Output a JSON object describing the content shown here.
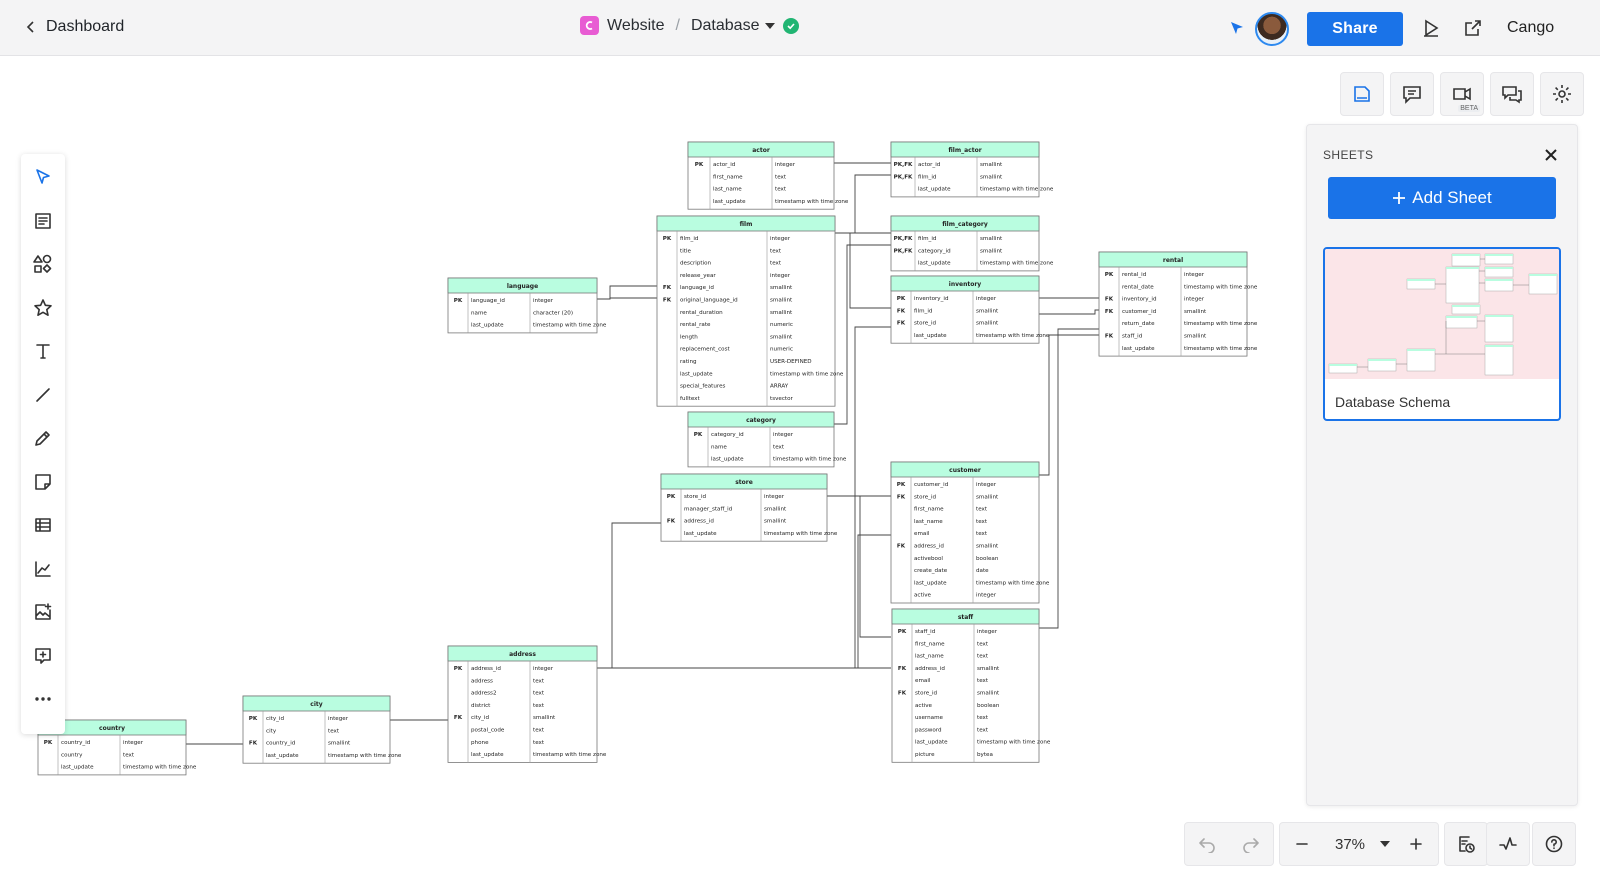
{
  "topbar": {
    "back_label": "Dashboard",
    "project": "Website",
    "separator": "/",
    "document": "Database",
    "share_label": "Share",
    "brand": "Cango",
    "colors": {
      "accent": "#1a73e8",
      "ok": "#21b573",
      "app_badge": "#e85cd3"
    }
  },
  "tiles": [
    {
      "icon": "page-icon"
    },
    {
      "icon": "comment-icon"
    },
    {
      "icon": "video-icon",
      "badge": "BETA"
    },
    {
      "icon": "chat-icon"
    },
    {
      "icon": "gear-icon"
    }
  ],
  "tools": [
    "select",
    "text-block",
    "shapes",
    "star",
    "text",
    "line",
    "pen",
    "sticky-note",
    "table",
    "chart",
    "image",
    "embed",
    "more"
  ],
  "sheets": {
    "title": "SHEETS",
    "add_label": "Add Sheet",
    "items": [
      {
        "name": "Database Schema"
      }
    ]
  },
  "zoom": {
    "value": "37%"
  },
  "entities": [
    {
      "id": "actor",
      "name": "actor",
      "rows": [
        [
          "PK",
          "actor_id",
          "integer"
        ],
        [
          "",
          "first_name",
          "text"
        ],
        [
          "",
          "last_name",
          "text"
        ],
        [
          "",
          "last_update",
          "timestamp with time zone"
        ]
      ]
    },
    {
      "id": "film_actor",
      "name": "film_actor",
      "rows": [
        [
          "PK,FK",
          "actor_id",
          "smallint"
        ],
        [
          "PK,FK",
          "film_id",
          "smallint"
        ],
        [
          "",
          "last_update",
          "timestamp with time zone"
        ]
      ]
    },
    {
      "id": "film",
      "name": "film",
      "rows": [
        [
          "PK",
          "film_id",
          "integer"
        ],
        [
          "",
          "title",
          "text"
        ],
        [
          "",
          "description",
          "text"
        ],
        [
          "",
          "release_year",
          "integer"
        ],
        [
          "FK",
          "language_id",
          "smallint"
        ],
        [
          "FK",
          "original_language_id",
          "smallint"
        ],
        [
          "",
          "rental_duration",
          "smallint"
        ],
        [
          "",
          "rental_rate",
          "numeric"
        ],
        [
          "",
          "length",
          "smallint"
        ],
        [
          "",
          "replacement_cost",
          "numeric"
        ],
        [
          "",
          "rating",
          "USER-DEFINED"
        ],
        [
          "",
          "last_update",
          "timestamp with time zone"
        ],
        [
          "",
          "special_features",
          "ARRAY"
        ],
        [
          "",
          "fulltext",
          "tsvector"
        ]
      ]
    },
    {
      "id": "film_category",
      "name": "film_category",
      "rows": [
        [
          "PK,FK",
          "film_id",
          "smallint"
        ],
        [
          "PK,FK",
          "category_id",
          "smallint"
        ],
        [
          "",
          "last_update",
          "timestamp with time zone"
        ]
      ]
    },
    {
      "id": "language",
      "name": "language",
      "rows": [
        [
          "PK",
          "language_id",
          "integer"
        ],
        [
          "",
          "name",
          "character (20)"
        ],
        [
          "",
          "last_update",
          "timestamp with time zone"
        ]
      ]
    },
    {
      "id": "rental",
      "name": "rental",
      "rows": [
        [
          "PK",
          "rental_id",
          "integer"
        ],
        [
          "",
          "rental_date",
          "timestamp with time zone"
        ],
        [
          "FK",
          "inventory_id",
          "integer"
        ],
        [
          "FK",
          "customer_id",
          "smallint"
        ],
        [
          "",
          "return_date",
          "timestamp with time zone"
        ],
        [
          "FK",
          "staff_id",
          "smallint"
        ],
        [
          "",
          "last_update",
          "timestamp with time zone"
        ]
      ]
    },
    {
      "id": "inventory",
      "name": "inventory",
      "rows": [
        [
          "PK",
          "inventory_id",
          "integer"
        ],
        [
          "FK",
          "film_id",
          "smallint"
        ],
        [
          "FK",
          "store_id",
          "smallint"
        ],
        [
          "",
          "last_update",
          "timestamp with time zone"
        ]
      ]
    },
    {
      "id": "category",
      "name": "category",
      "rows": [
        [
          "PK",
          "category_id",
          "integer"
        ],
        [
          "",
          "name",
          "text"
        ],
        [
          "",
          "last_update",
          "timestamp with time zone"
        ]
      ]
    },
    {
      "id": "store",
      "name": "store",
      "rows": [
        [
          "PK",
          "store_id",
          "integer"
        ],
        [
          "",
          "manager_staff_id",
          "smallint"
        ],
        [
          "FK",
          "address_id",
          "smallint"
        ],
        [
          "",
          "last_update",
          "timestamp with time zone"
        ]
      ]
    },
    {
      "id": "customer",
      "name": "customer",
      "rows": [
        [
          "PK",
          "customer_id",
          "integer"
        ],
        [
          "FK",
          "store_id",
          "smallint"
        ],
        [
          "",
          "first_name",
          "text"
        ],
        [
          "",
          "last_name",
          "text"
        ],
        [
          "",
          "email",
          "text"
        ],
        [
          "FK",
          "address_id",
          "smallint"
        ],
        [
          "",
          "activebool",
          "boolean"
        ],
        [
          "",
          "create_date",
          "date"
        ],
        [
          "",
          "last_update",
          "timestamp with time zone"
        ],
        [
          "",
          "active",
          "integer"
        ]
      ]
    },
    {
      "id": "staff",
      "name": "staff",
      "rows": [
        [
          "PK",
          "staff_id",
          "integer"
        ],
        [
          "",
          "first_name",
          "text"
        ],
        [
          "",
          "last_name",
          "text"
        ],
        [
          "FK",
          "address_id",
          "smallint"
        ],
        [
          "",
          "email",
          "text"
        ],
        [
          "FK",
          "store_id",
          "smallint"
        ],
        [
          "",
          "active",
          "boolean"
        ],
        [
          "",
          "username",
          "text"
        ],
        [
          "",
          "password",
          "text"
        ],
        [
          "",
          "last_update",
          "timestamp with time zone"
        ],
        [
          "",
          "picture",
          "bytea"
        ]
      ]
    },
    {
      "id": "address",
      "name": "address",
      "rows": [
        [
          "PK",
          "address_id",
          "integer"
        ],
        [
          "",
          "address",
          "text"
        ],
        [
          "",
          "address2",
          "text"
        ],
        [
          "",
          "district",
          "text"
        ],
        [
          "FK",
          "city_id",
          "smallint"
        ],
        [
          "",
          "postal_code",
          "text"
        ],
        [
          "",
          "phone",
          "text"
        ],
        [
          "",
          "last_update",
          "timestamp with time zone"
        ]
      ]
    },
    {
      "id": "city",
      "name": "city",
      "rows": [
        [
          "PK",
          "city_id",
          "integer"
        ],
        [
          "",
          "city",
          "text"
        ],
        [
          "FK",
          "country_id",
          "smallint"
        ],
        [
          "",
          "last_update",
          "timestamp with time zone"
        ]
      ]
    },
    {
      "id": "country",
      "name": "country",
      "rows": [
        [
          "PK",
          "country_id",
          "integer"
        ],
        [
          "",
          "country",
          "text"
        ],
        [
          "",
          "last_update",
          "timestamp with time zone"
        ]
      ]
    }
  ]
}
